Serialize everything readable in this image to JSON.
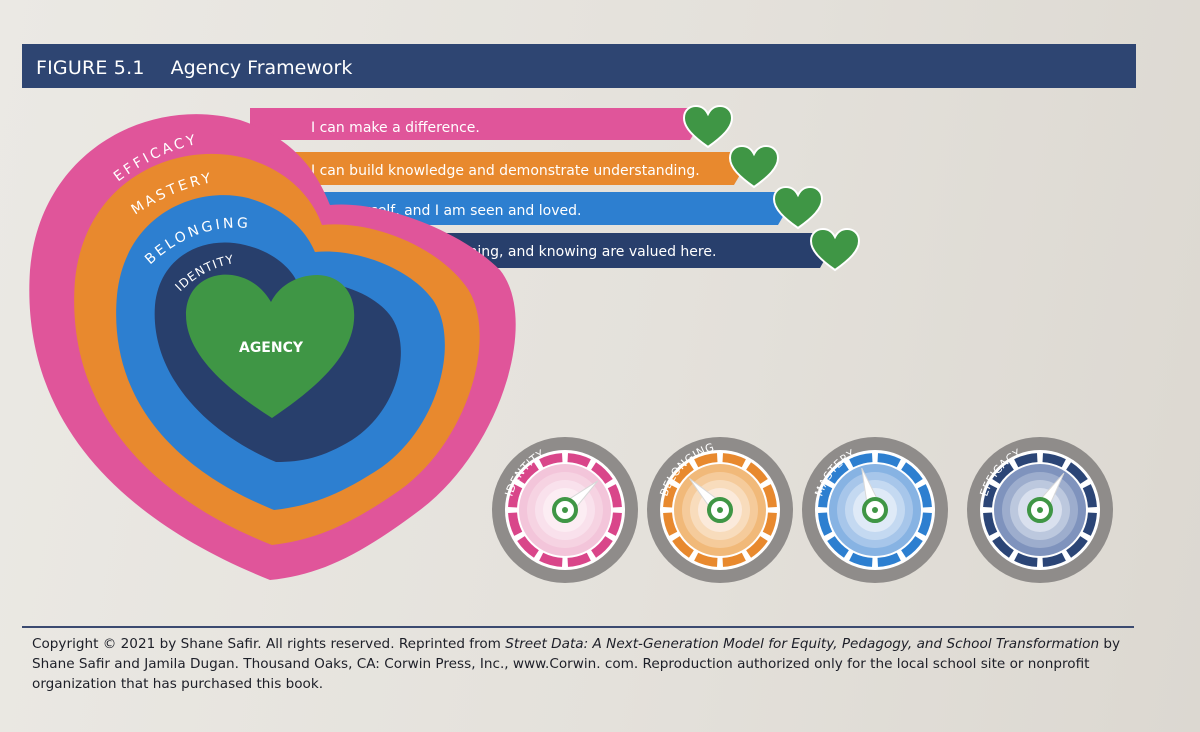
{
  "figure": {
    "number": "FIGURE 5.1",
    "title": "Agency Framework"
  },
  "layers": [
    {
      "label": "EFFICACY",
      "statement": "I can make a difference.",
      "color": "#e0559a"
    },
    {
      "label": "MASTERY",
      "statement": "I can build knowledge and demonstrate understanding.",
      "color": "#e8892e"
    },
    {
      "label": "BELONGING",
      "statement": "I see myself, and I am seen and loved.",
      "color": "#2d7fd0"
    },
    {
      "label": "IDENTITY",
      "statement": "My ways of being, learning, and knowing are valued here.",
      "color": "#283f6c"
    }
  ],
  "core": {
    "label": "AGENCY",
    "color": "#3f9645"
  },
  "heart_color": "#3f9645",
  "gauges": [
    {
      "label": "IDENTITY",
      "theme": "pink",
      "level": 0.72
    },
    {
      "label": "BELONGING",
      "theme": "orange",
      "level": 0.3
    },
    {
      "label": "MASTERY",
      "theme": "blue",
      "level": 0.42
    },
    {
      "label": "EFFICACY",
      "theme": "navy",
      "level": 0.65
    }
  ],
  "footer": {
    "pre": "Copyright © 2021 by Shane Safir. All rights reserved. Reprinted from ",
    "book": "Street Data: A Next-Generation Model for Equity, Pedagogy, and School Transformation",
    "post": " by Shane Safir and Jamila Dugan. Thousand Oaks, CA: Corwin Press, Inc., www.Corwin. com. Reproduction authorized only for the local school site or nonprofit organization that has purchased this book."
  }
}
